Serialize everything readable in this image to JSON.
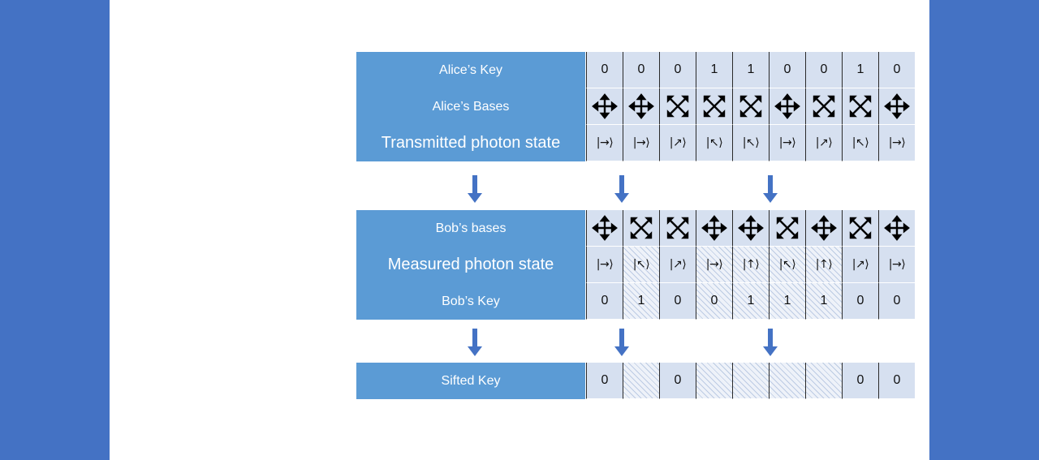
{
  "colors": {
    "side_panel": "#4472c4",
    "label_bg": "#5b9bd5",
    "cell_bg": "#d6e0f0",
    "arrow": "#4472c4"
  },
  "rows": {
    "alice_key": {
      "label": "Alice’s Key",
      "values": [
        "0",
        "0",
        "0",
        "1",
        "1",
        "0",
        "0",
        "1",
        "0"
      ]
    },
    "alice_bases": {
      "label": "Alice’s Bases",
      "values": [
        "rectilinear",
        "rectilinear",
        "diagonal",
        "diagonal",
        "diagonal",
        "rectilinear",
        "diagonal",
        "diagonal",
        "rectilinear"
      ]
    },
    "transmitted": {
      "label": "Transmitted photon state",
      "values": [
        "|→⟩",
        "|→⟩",
        "|↗⟩",
        "|↖⟩",
        "|↖⟩",
        "|→⟩",
        "|↗⟩",
        "|↖⟩",
        "|→⟩"
      ]
    },
    "bob_bases": {
      "label": "Bob’s bases",
      "values": [
        "rectilinear",
        "diagonal",
        "diagonal",
        "rectilinear",
        "rectilinear",
        "diagonal",
        "rectilinear",
        "diagonal",
        "rectilinear"
      ]
    },
    "measured": {
      "label": "Measured photon state",
      "values": [
        "|→⟩",
        "|↖⟩",
        "|↗⟩",
        "|→⟩",
        "|↑⟩",
        "|↖⟩",
        "|↑⟩",
        "|↗⟩",
        "|→⟩"
      ],
      "hatched": [
        false,
        true,
        false,
        true,
        true,
        true,
        true,
        false,
        false
      ]
    },
    "bob_key": {
      "label": "Bob’s Key",
      "values": [
        "0",
        "1",
        "0",
        "0",
        "1",
        "1",
        "1",
        "0",
        "0"
      ],
      "hatched": [
        false,
        true,
        false,
        true,
        true,
        true,
        true,
        false,
        false
      ]
    },
    "sifted": {
      "label": "Sifted Key",
      "values": [
        "0",
        "",
        "0",
        "",
        "",
        "",
        "",
        "0",
        "0"
      ],
      "hatched": [
        false,
        true,
        false,
        true,
        true,
        true,
        true,
        false,
        false
      ]
    }
  }
}
